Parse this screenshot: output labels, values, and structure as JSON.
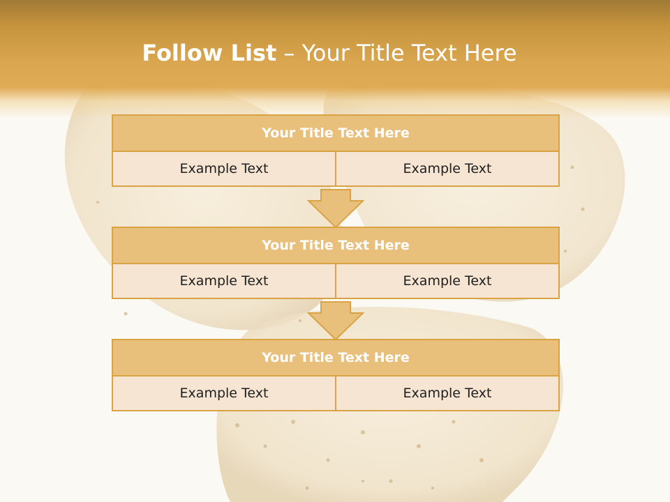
{
  "slide": {
    "title_bold": "Follow List",
    "title_rest": "Your Title Text Here",
    "separator": "–"
  },
  "steps": [
    {
      "title": "Your Title Text Here",
      "left": "Example Text",
      "right": "Example Text"
    },
    {
      "title": "Your Title Text Here",
      "left": "Example Text",
      "right": "Example Text"
    },
    {
      "title": "Your Title Text Here",
      "left": "Example Text",
      "right": "Example Text"
    }
  ],
  "colors": {
    "accent": "#daa650",
    "box_title": "#e8c07c",
    "box_cell": "#f5e5d2",
    "border": "#d9a344"
  },
  "background_image": "almond-nuts"
}
